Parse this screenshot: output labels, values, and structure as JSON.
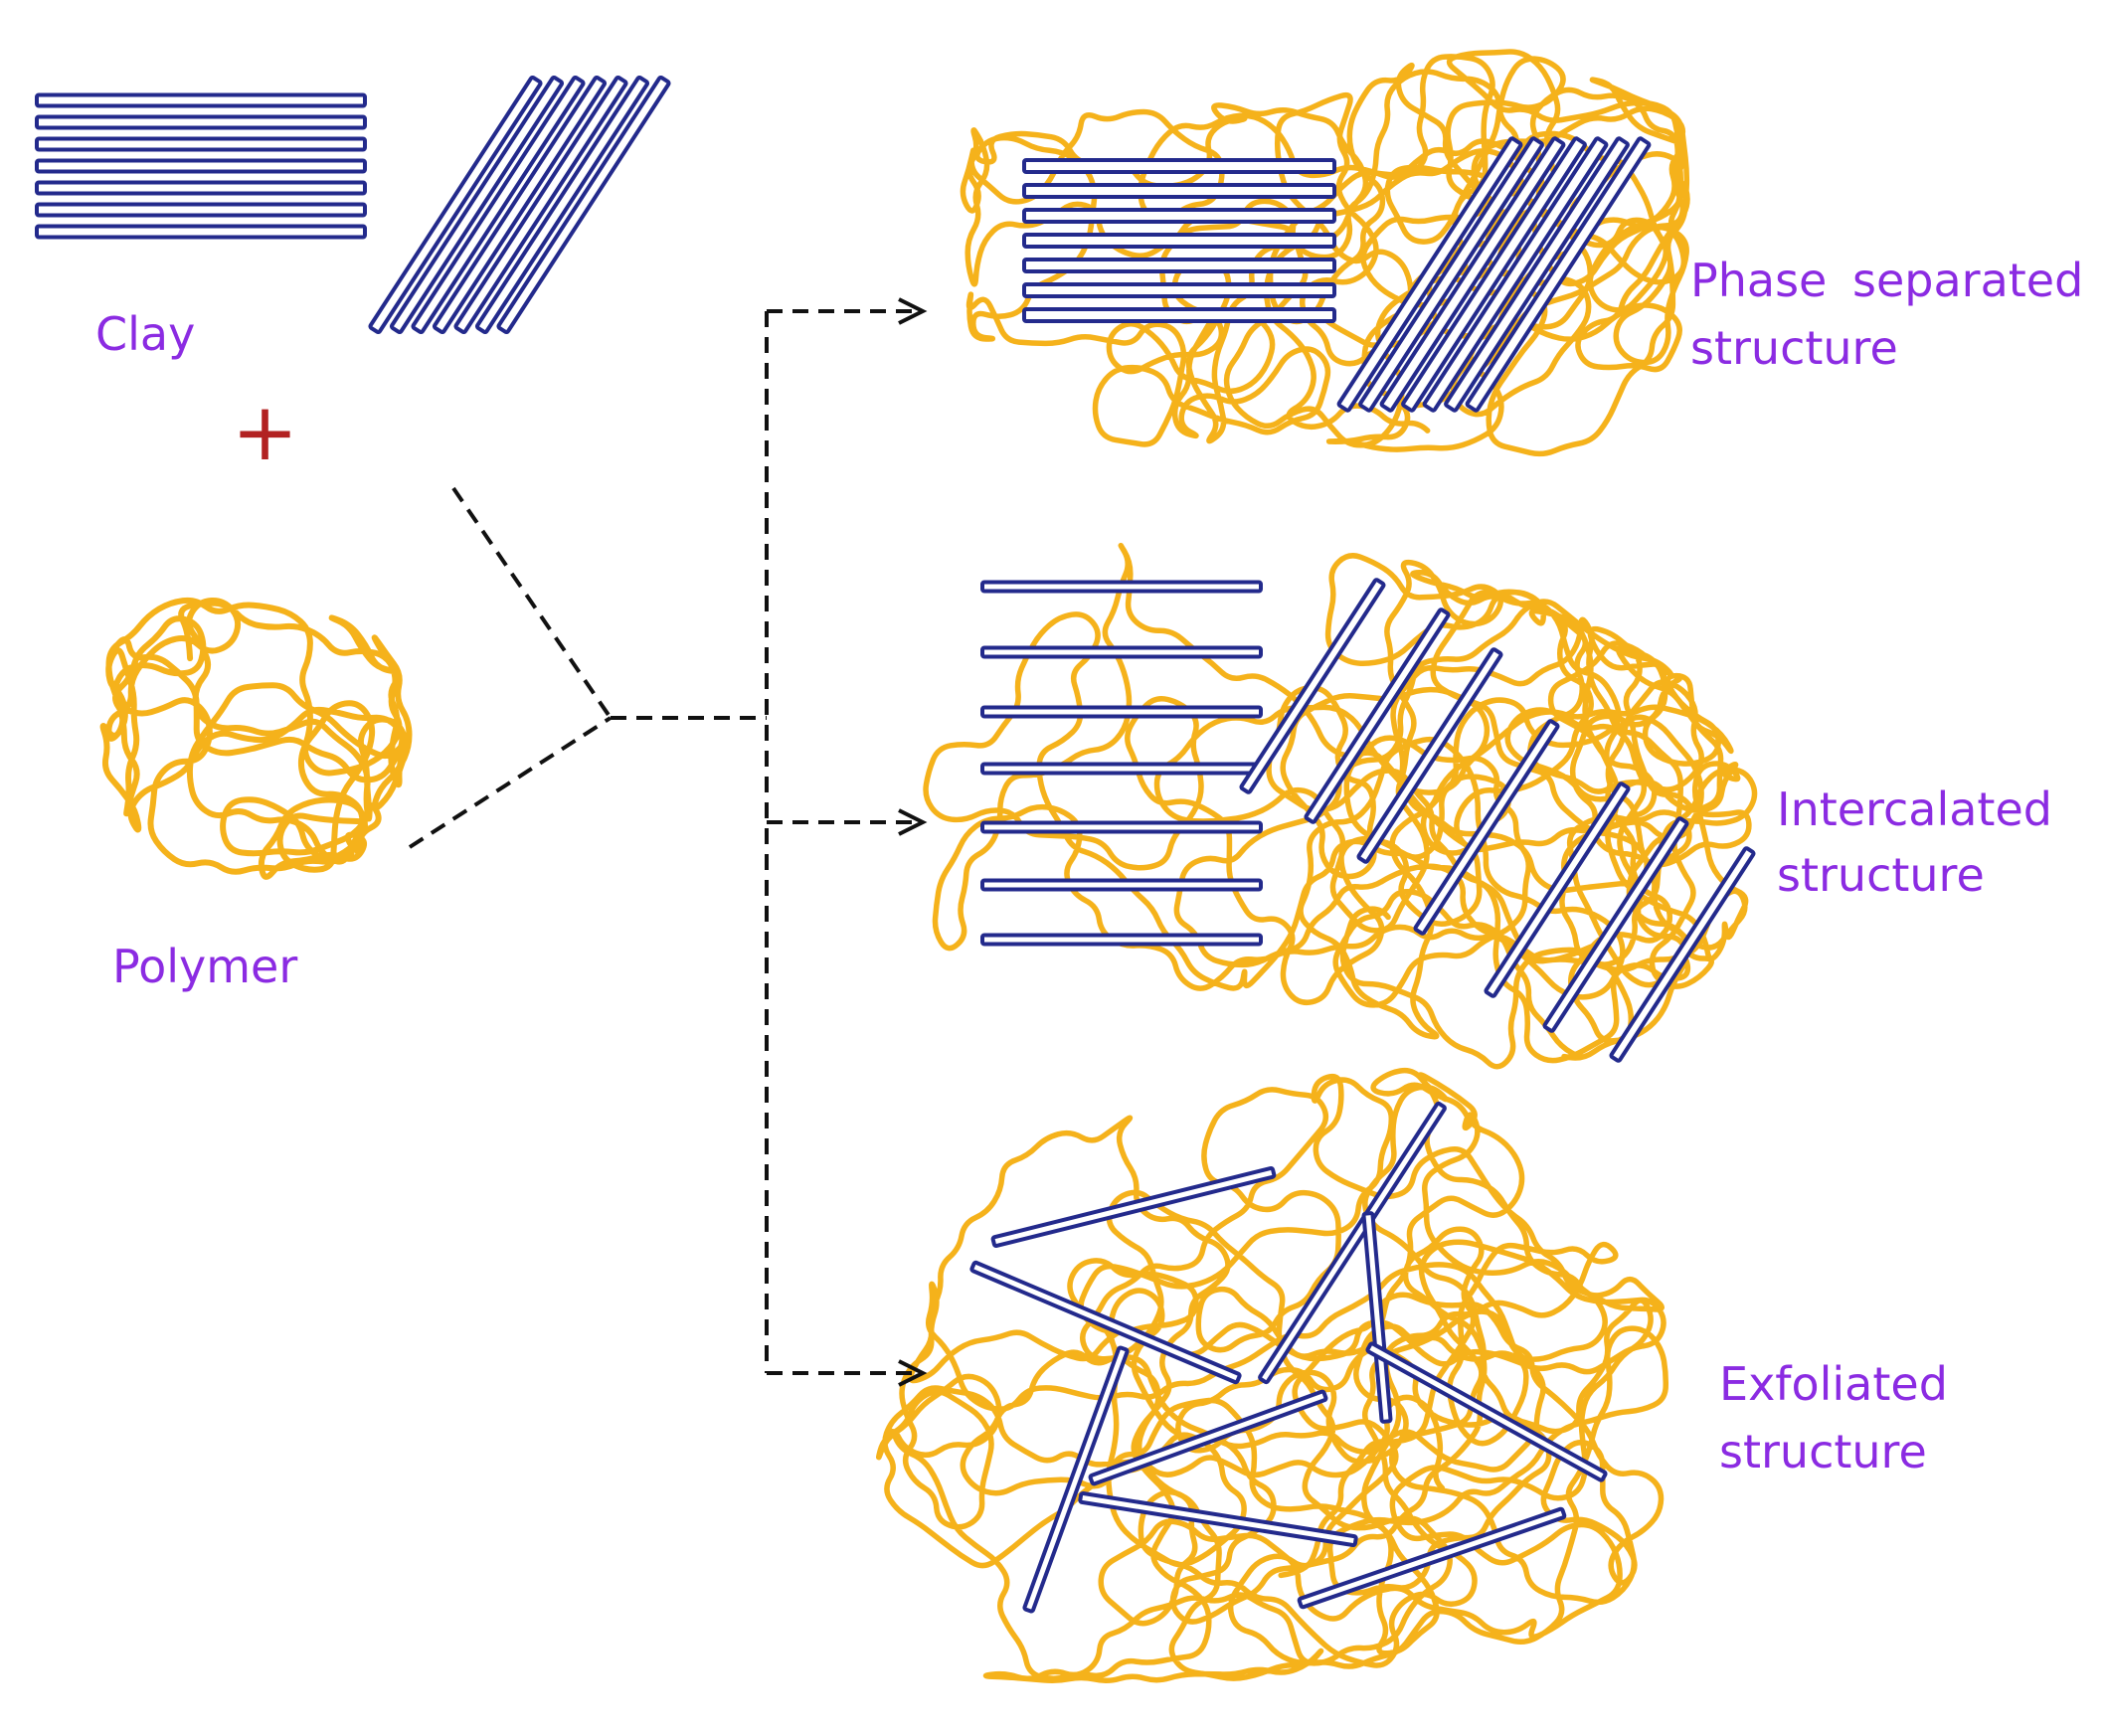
{
  "labels": {
    "clay": "Clay",
    "plus": "+",
    "polymer": "Polymer",
    "phase_line1": "Phase",
    "phase_line1b": "separated",
    "phase_line2": "structure",
    "intercalated_line1": "Intercalated",
    "intercalated_line2": "structure",
    "exfoliated_line1": "Exfoliated",
    "exfoliated_line2": "structure"
  },
  "colors": {
    "label_purple": "#8B2BE2",
    "plus_red": "#B22222",
    "clay_navy": "#232A8C",
    "polymer_gold": "#F5B21B",
    "arrow_black": "#111111",
    "background": "#FFFFFF"
  },
  "components": {
    "inputs": [
      "clay",
      "polymer"
    ],
    "outputs": [
      "phase-separated",
      "intercalated",
      "exfoliated"
    ]
  }
}
